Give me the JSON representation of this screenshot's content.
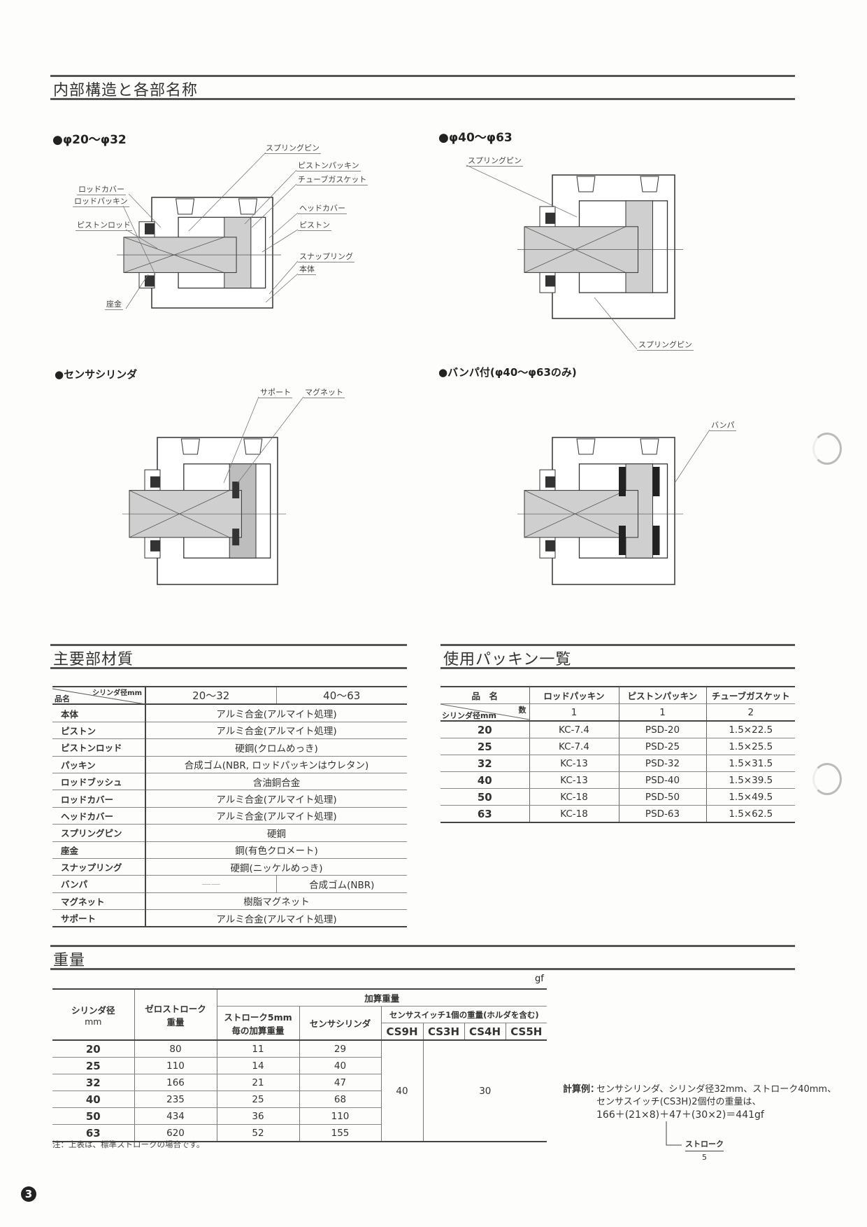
{
  "sections": {
    "structure": "内部構造と各部名称",
    "materials": "主要部材質",
    "packings": "使用パッキン一覧",
    "weight": "重量"
  },
  "diagrams": {
    "d1": {
      "title": "●φ20～φ32",
      "labels": [
        "スプリングピン",
        "ピストンパッキン",
        "チューブガスケット",
        "ロッドカバー",
        "ロッドパッキン",
        "ヘッドカバー",
        "ピストンロッド",
        "ピストン",
        "スナップリング",
        "本体",
        "座金"
      ]
    },
    "d2": {
      "title": "●φ40～φ63",
      "labels": [
        "スプリングピン",
        "スプリングピン"
      ]
    },
    "d3": {
      "title": "●センサシリンダ",
      "labels": [
        "サポート",
        "マグネット"
      ]
    },
    "d4": {
      "title": "●バンパ付(φ40～φ63のみ)",
      "labels": [
        "バンパ"
      ]
    }
  },
  "materials": {
    "corner_top": "シリンダ径mm",
    "corner_bottom": "品名",
    "cols": [
      "20～32",
      "40～63"
    ],
    "rows": [
      {
        "name": "本体",
        "value": "アルミ合金(アルマイト処理)"
      },
      {
        "name": "ピストン",
        "value": "アルミ合金(アルマイト処理)"
      },
      {
        "name": "ピストンロッド",
        "value": "硬鋼(クロムめっき)"
      },
      {
        "name": "パッキン",
        "value": "合成ゴム(NBR, ロッドパッキンはウレタン)"
      },
      {
        "name": "ロッドブッシュ",
        "value": "含油銅合金"
      },
      {
        "name": "ロッドカバー",
        "value": "アルミ合金(アルマイト処理)"
      },
      {
        "name": "ヘッドカバー",
        "value": "アルミ合金(アルマイト処理)"
      },
      {
        "name": "スプリングピン",
        "value": "硬鋼"
      },
      {
        "name": "座金",
        "value": "鋼(有色クロメート)"
      },
      {
        "name": "スナップリング",
        "value": "硬鋼(ニッケルめっき)"
      },
      {
        "name": "バンパ",
        "value_a": "——",
        "value_b": "合成ゴム(NBR)"
      },
      {
        "name": "マグネット",
        "value": "樹脂マグネット"
      },
      {
        "name": "サポート",
        "value": "アルミ合金(アルマイト処理)"
      }
    ]
  },
  "packings": {
    "header": [
      "品　名",
      "ロッドパッキン",
      "ピストンパッキン",
      "チューブガスケット"
    ],
    "corner_top": "数",
    "corner_bottom": "シリンダ径mm",
    "qty": [
      "1",
      "1",
      "2"
    ],
    "rows": [
      [
        "20",
        "KC-7.4",
        "PSD-20",
        "1.5×22.5"
      ],
      [
        "25",
        "KC-7.4",
        "PSD-25",
        "1.5×25.5"
      ],
      [
        "32",
        "KC-13",
        "PSD-32",
        "1.5×31.5"
      ],
      [
        "40",
        "KC-13",
        "PSD-40",
        "1.5×39.5"
      ],
      [
        "50",
        "KC-18",
        "PSD-50",
        "1.5×49.5"
      ],
      [
        "63",
        "KC-18",
        "PSD-63",
        "1.5×62.5"
      ]
    ]
  },
  "weight": {
    "unit": "gf",
    "h_bore": "シリンダ径",
    "h_bore_unit": "mm",
    "h_zero": "ゼロストローク重量",
    "h_add": "加算重量",
    "h_per5": "ストローク5mm毎の加算重量",
    "h_sensor_cyl": "センサシリンダ",
    "h_switch": "センサスイッチ1個の重量(ホルダを含む)",
    "switches": [
      "CS9H",
      "CS3H",
      "CS4H",
      "CS5H"
    ],
    "rows": [
      [
        "20",
        "80",
        "11",
        "29"
      ],
      [
        "25",
        "110",
        "14",
        "40"
      ],
      [
        "32",
        "166",
        "21",
        "47"
      ],
      [
        "40",
        "235",
        "25",
        "68"
      ],
      [
        "50",
        "434",
        "36",
        "110"
      ],
      [
        "63",
        "620",
        "52",
        "155"
      ]
    ],
    "cs9h": "40",
    "cs_others": "30",
    "note": "注：上表は、標準ストロークの場合です。"
  },
  "calc": {
    "label": "計算例：",
    "line1": "センサシリンダ、シリンダ径32mm、ストローク40mm、",
    "line2": "センサスイッチ(CS3H)2個付の重量は、",
    "line3": "166＋(21×8)＋47＋(30×2)＝441gf",
    "frac_top": "ストローク",
    "frac_bottom": "5"
  },
  "page_number": "3"
}
